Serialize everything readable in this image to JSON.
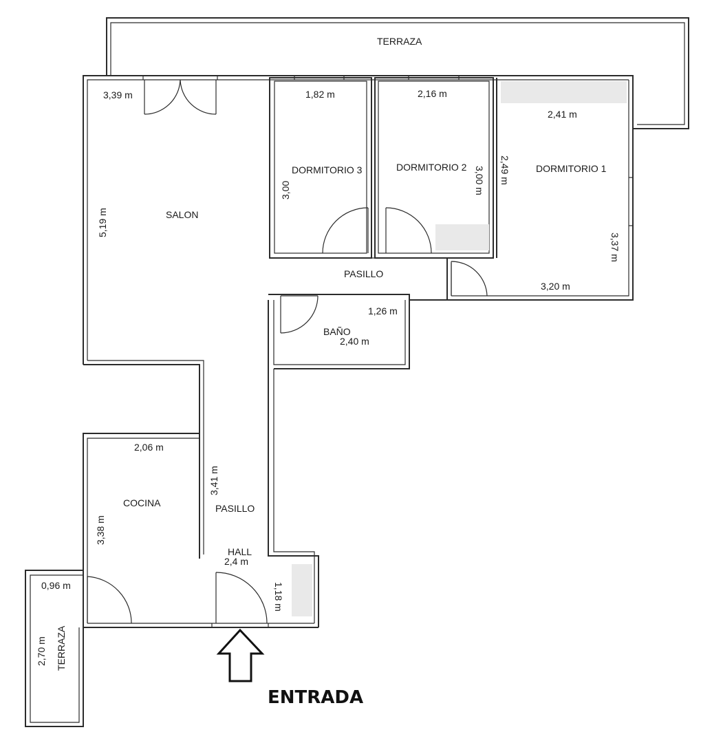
{
  "rooms": {
    "terraza_top": "TERRAZA",
    "salon": "SALON",
    "dormitorio_3": "DORMITORIO 3",
    "dormitorio_2": "DORMITORIO 2",
    "dormitorio_1": "DORMITORIO 1",
    "pasillo_upper": "PASILLO",
    "bano": "BAÑO",
    "cocina": "COCINA",
    "pasillo_lower": "PASILLO",
    "hall": "HALL",
    "terraza_side": "TERRAZA"
  },
  "dimensions": {
    "salon_width": "3,39 m",
    "salon_length": "5,19 m",
    "dorm3_width": "1,82 m",
    "dorm3_length": "3,00",
    "dorm2_width": "2,16 m",
    "dorm2_length": "3,00 m",
    "dorm1_width_top": "2,41 m",
    "dorm1_depth_left": "2,49 m",
    "dorm1_depth_right": "3,37 m",
    "dorm1_width_bottom": "3,20 m",
    "bano_width": "1,26 m",
    "bano_length": "2,40 m",
    "cocina_width": "2,06 m",
    "cocina_length": "3,38 m",
    "pasillo_length": "3,41 m",
    "hall_width": "2,4 m",
    "hall_depth": "1,18 m",
    "terraza_side_width": "0,96 m",
    "terraza_side_length": "2,70 m"
  },
  "entrance": {
    "label": "ENTRADA",
    "icon": "up-arrow-icon"
  }
}
